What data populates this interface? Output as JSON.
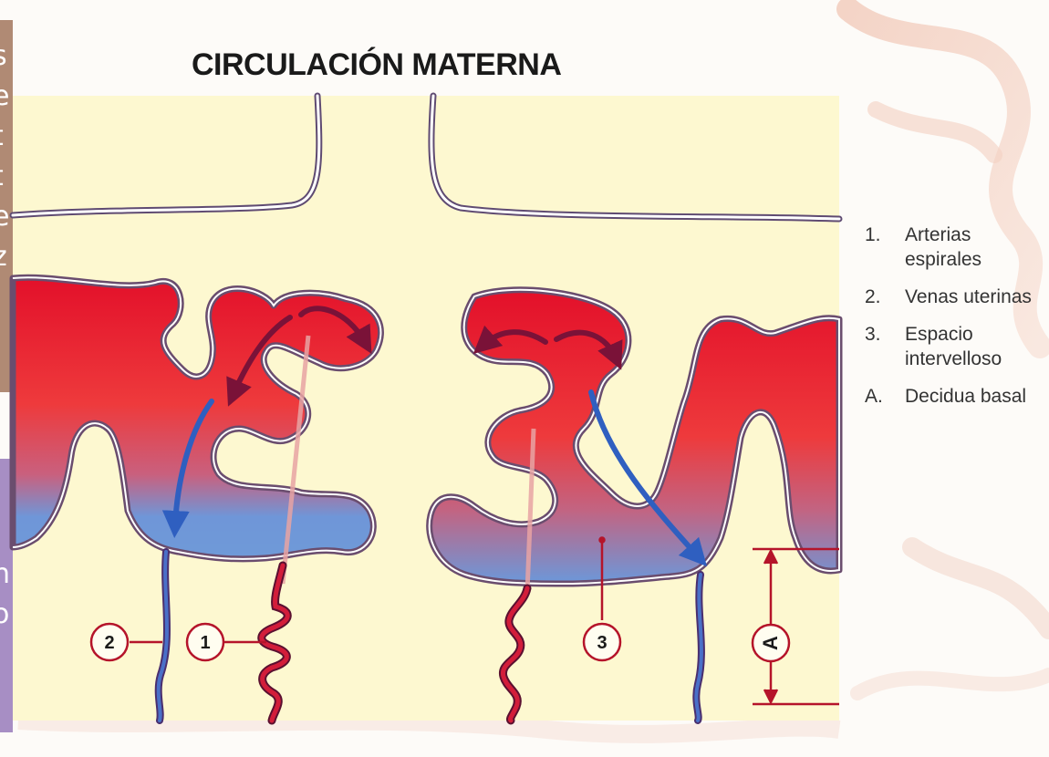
{
  "title": "CIRCULACIÓN MATERNA",
  "side_text_top": [
    "s",
    "e",
    "t",
    "t",
    "e",
    "z"
  ],
  "side_text_bottom": [
    "n",
    "o"
  ],
  "legend": [
    {
      "num": "1.",
      "text": "Arterias espirales"
    },
    {
      "num": "2.",
      "text": "Venas uterinas"
    },
    {
      "num": "3.",
      "text": "Espacio intervelloso"
    },
    {
      "num": "A.",
      "text": "Decidua basal"
    }
  ],
  "markers": {
    "one": "1",
    "two": "2",
    "three": "3",
    "a": "A"
  },
  "colors": {
    "panel_bg": "#fdf8d2",
    "artery_red": "#e0202a",
    "vein_blue": "#5b8fd8",
    "outline": "#6a4d6e",
    "arrow_dark": "#7a1238",
    "arrow_blue": "#2f5fc0",
    "dimension_red": "#b5142a",
    "side_panel_top": "#b08a74",
    "side_panel_bottom": "#a78ec4"
  }
}
